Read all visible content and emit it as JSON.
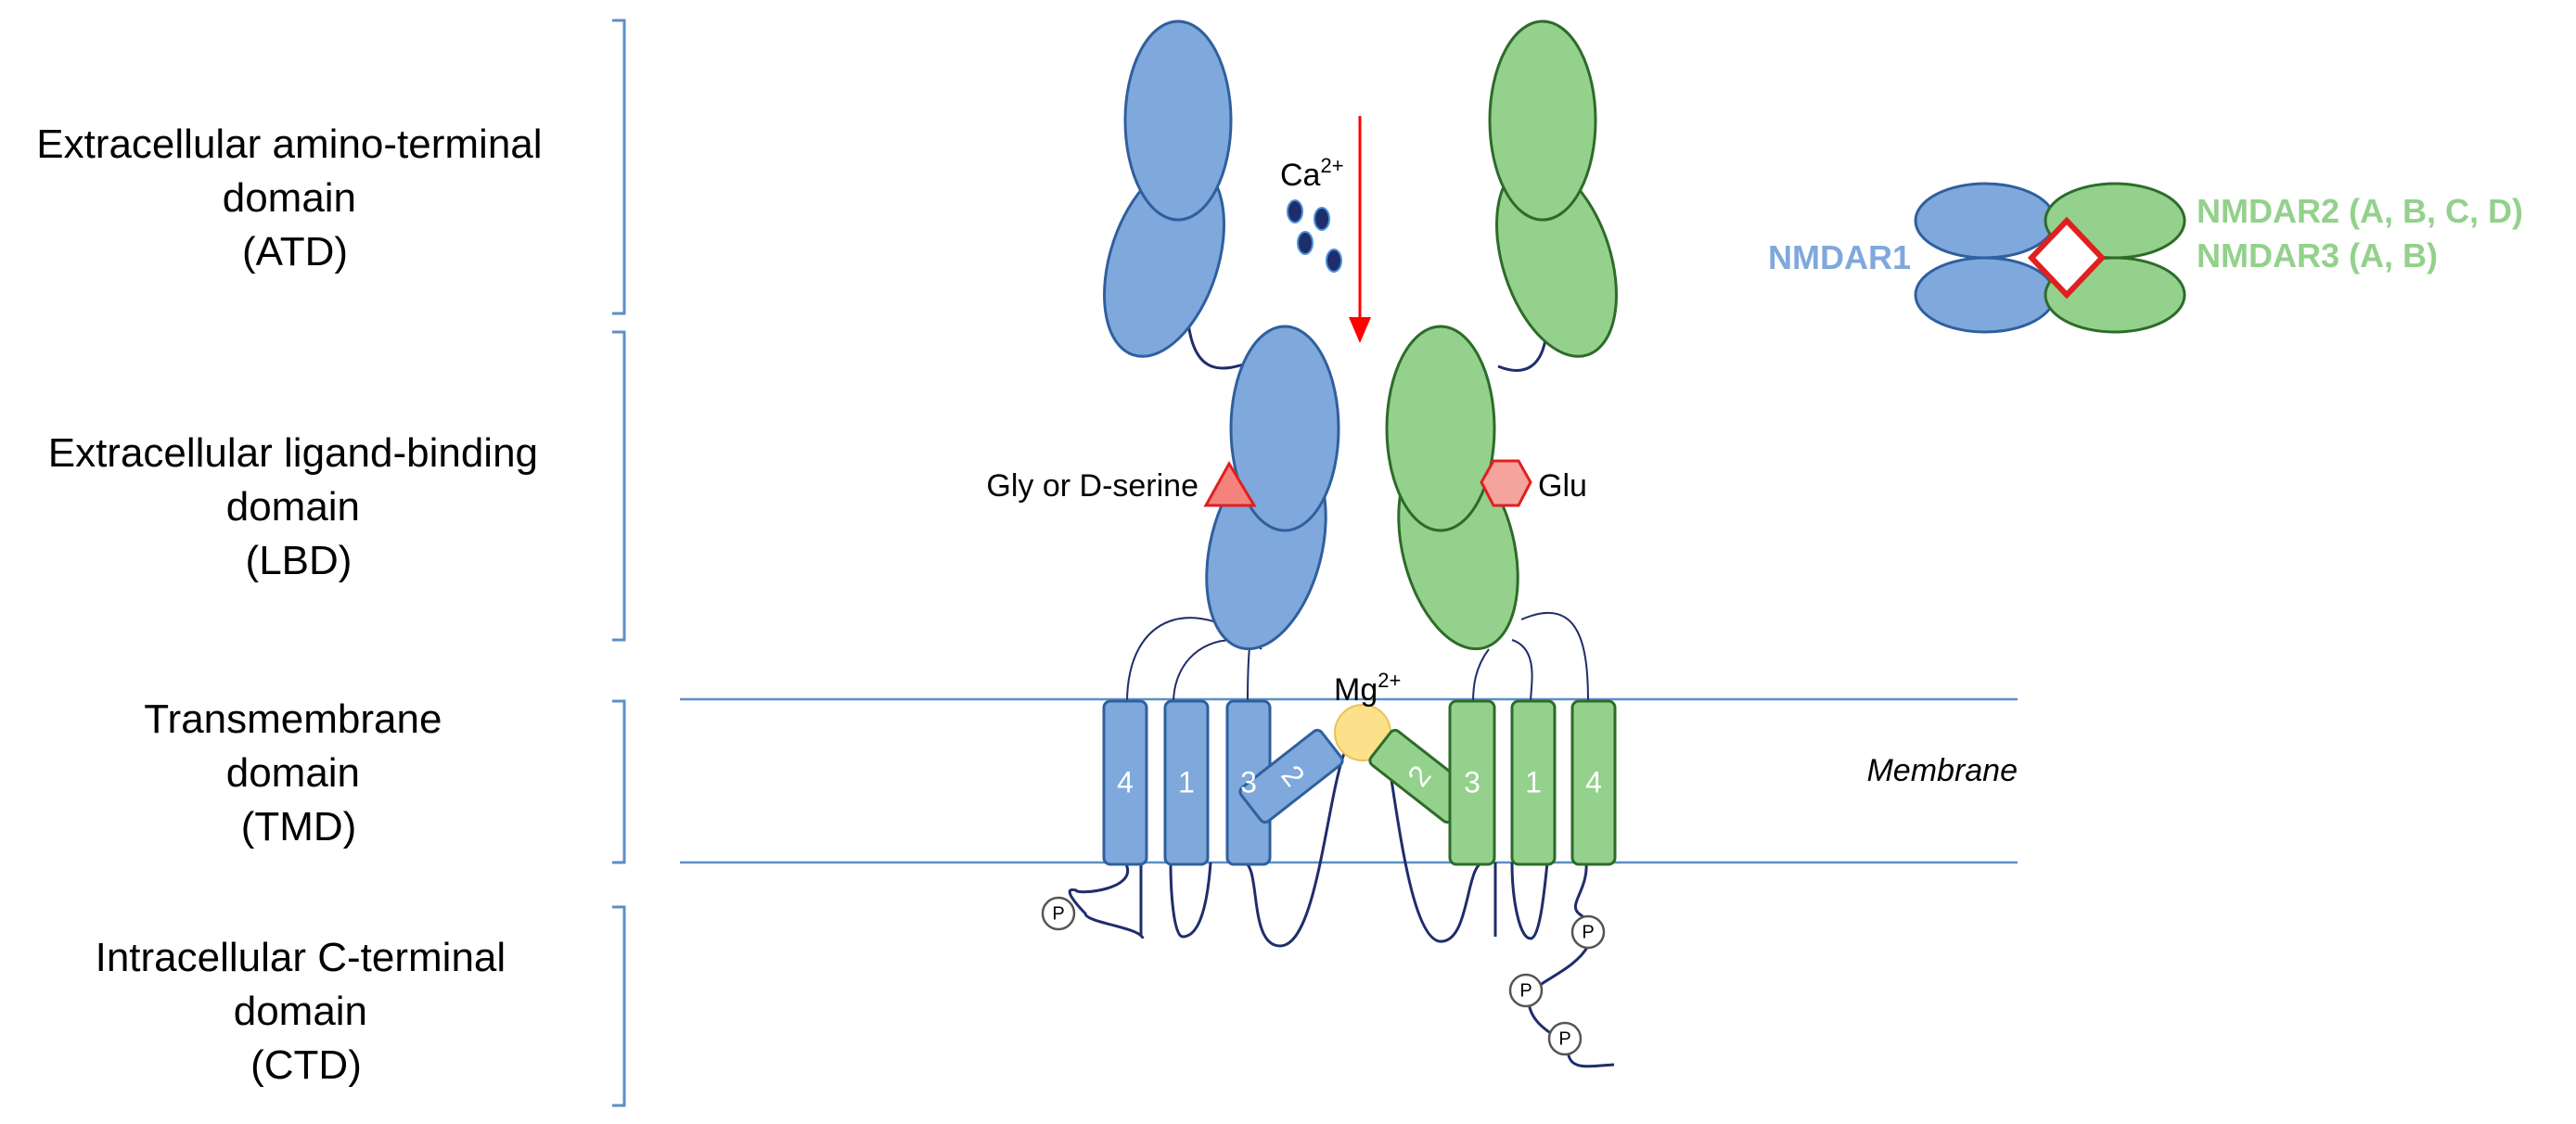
{
  "domains": [
    {
      "lines": [
        "Extracellular amino-terminal",
        "domain",
        "(ATD)"
      ]
    },
    {
      "lines": [
        "Extracellular ligand-binding",
        "domain",
        "(LBD)"
      ]
    },
    {
      "lines": [
        "Transmembrane",
        "domain",
        "(TMD)"
      ]
    },
    {
      "lines": [
        "Intracellular C-terminal",
        "domain",
        "(CTD)"
      ]
    }
  ],
  "ions": {
    "calcium": {
      "symbol": "Ca",
      "charge": "2+"
    },
    "magnesium": {
      "symbol": "Mg",
      "charge": "2+"
    }
  },
  "ligands": {
    "left": "Gly or D-serine",
    "right": "Glu"
  },
  "membrane_label": "Membrane",
  "segments": {
    "left": [
      "4",
      "1",
      "3",
      "2"
    ],
    "right": [
      "2",
      "3",
      "1",
      "4"
    ]
  },
  "phospho_label": "P",
  "legend": {
    "subunit1": "NMDAR1",
    "subunit2": "NMDAR2 (A, B, C, D)",
    "subunit3": "NMDAR3 (A, B)"
  },
  "colors": {
    "blue_fill": "#7fa8dc",
    "blue_stroke": "#2f5f9e",
    "green_fill": "#93d18c",
    "green_stroke": "#2e6b2a",
    "blue_text": "#7fa8dc",
    "green_text": "#93d18c",
    "bracket": "#5b8fc7",
    "membrane": "#5b8fc7",
    "linker": "#1f2d6b",
    "arrow": "#ff0000",
    "ligand_fill": "#f4837d",
    "ligand_stroke": "#e02020",
    "mg_fill": "#fde08a"
  }
}
